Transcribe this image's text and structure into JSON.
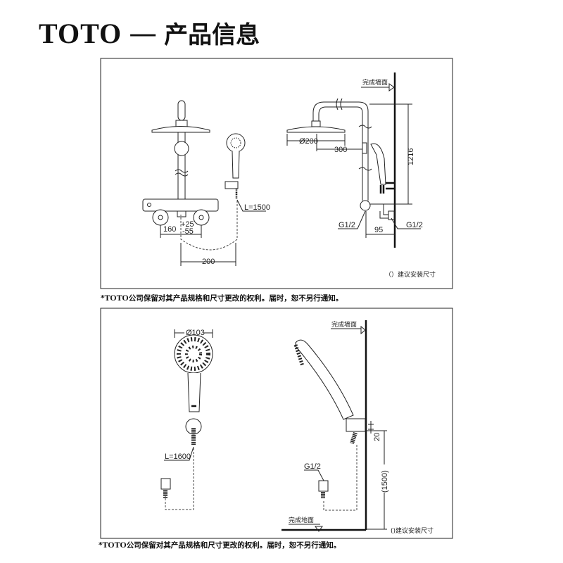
{
  "header": {
    "brand": "TOTO",
    "separator": "—",
    "title": "产品信息"
  },
  "panel1": {
    "wall_label": "完成墙面",
    "dim_head_diameter": "Ø200",
    "dim_arm": "300",
    "dim_height": "1216",
    "dim_centers": "160",
    "dim_tol_plus": "+25",
    "dim_tol_minus": "-55",
    "dim_hose_span": "200",
    "hose_length": "L=1500",
    "inlet_left": "G1/2",
    "inlet_right": "G1/2",
    "dim_depth": "95",
    "legend": "（）建议安装尺寸"
  },
  "panel2": {
    "wall_label": "完成墙面",
    "floor_label": "完成地面",
    "dim_head_diameter": "Ø103",
    "hose_length": "L=1600",
    "inlet": "G1/2",
    "dim_bracket": "20",
    "dim_height": "(1500)",
    "legend": "()建议安装尺寸"
  },
  "disclaimer": {
    "star": "*",
    "brand": "TOTO",
    "text": "公司保留对其产品规格和尺寸更改的权利。届时，恕不另行通知。"
  }
}
